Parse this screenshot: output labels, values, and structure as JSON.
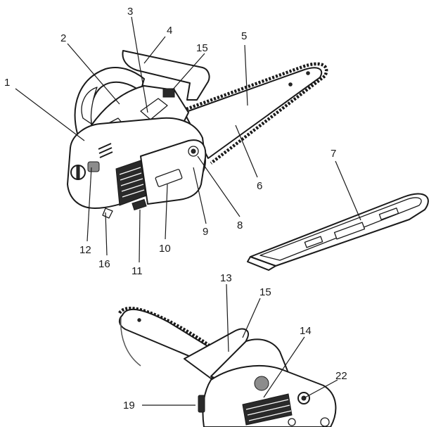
{
  "callouts": {
    "c1": "1",
    "c2": "2",
    "c3": "3",
    "c4": "4",
    "c5": "5",
    "c6": "6",
    "c7": "7",
    "c8": "8",
    "c9": "9",
    "c10": "10",
    "c11": "11",
    "c12": "12",
    "c13": "13",
    "c14": "14",
    "c15a": "15",
    "c15b": "15",
    "c16": "16",
    "c19": "19",
    "c22": "22"
  }
}
